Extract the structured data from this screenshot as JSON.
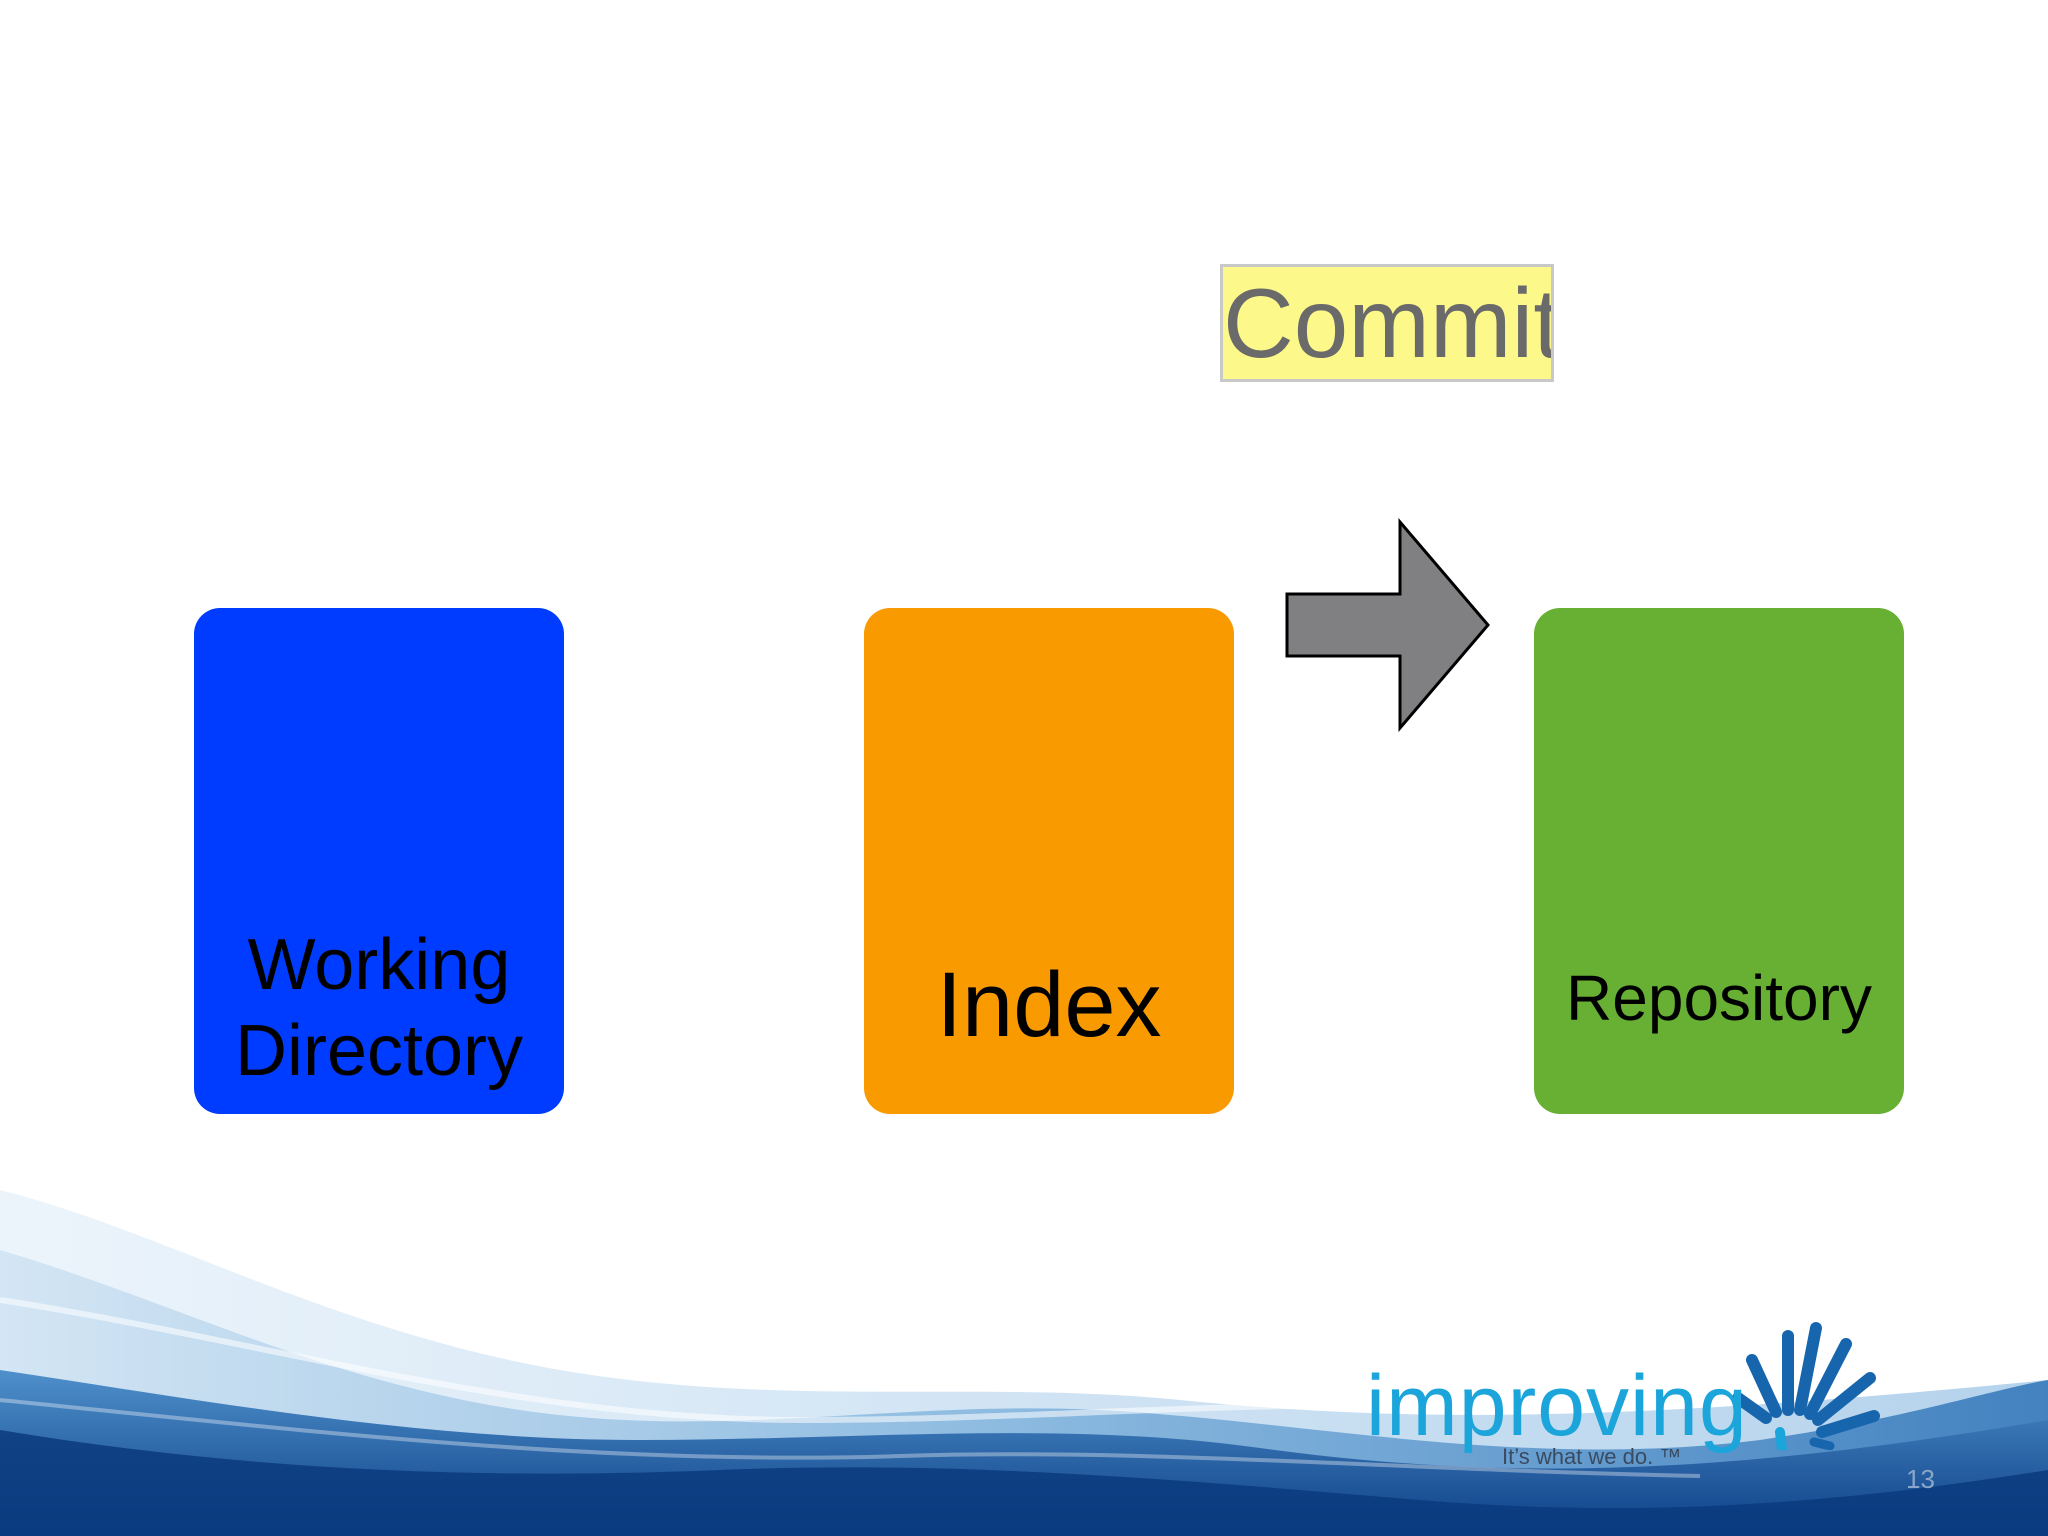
{
  "diagram": {
    "commit_label": "Commit",
    "nodes": [
      {
        "id": "working-directory",
        "label": "Working Directory",
        "color": "#003cff"
      },
      {
        "id": "index",
        "label": "Index",
        "color": "#f99b00"
      },
      {
        "id": "repository",
        "label": "Repository",
        "color": "#67b034"
      }
    ],
    "edges": [
      {
        "from": "index",
        "to": "repository",
        "label": "Commit"
      }
    ],
    "arrow_color": "#808080",
    "commit_highlight_color": "#fdf88a"
  },
  "branding": {
    "logo_name": "improving",
    "tagline": "It’s what we do. ™",
    "brand_color": "#1ca5da"
  },
  "slide": {
    "number": "13"
  }
}
